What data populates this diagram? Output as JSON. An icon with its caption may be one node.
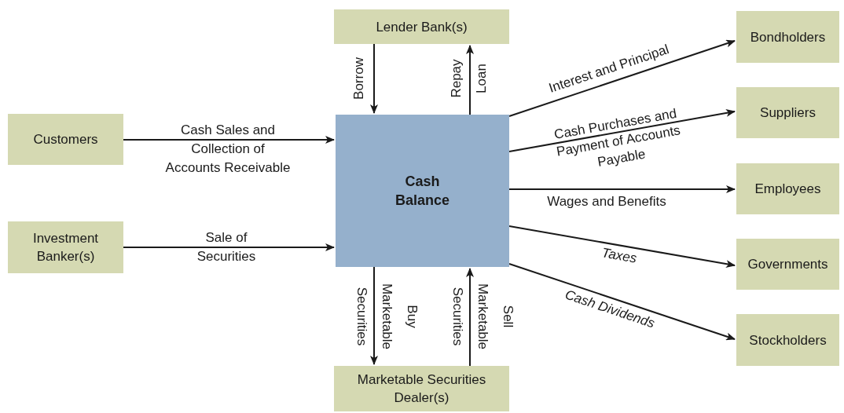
{
  "diagram": {
    "nodes": [
      {
        "text": [
          "Lender Bank(s)"
        ]
      },
      {
        "text": [
          "Customers"
        ]
      },
      {
        "text": [
          "Investment Banker(s)"
        ]
      },
      {
        "text": [
          "Cash Balance"
        ]
      },
      {
        "text": [
          "Marketable Securities Dealer(s)"
        ]
      },
      {
        "text": [
          "Bondholders"
        ]
      },
      {
        "text": [
          "Suppliers"
        ]
      },
      {
        "text": [
          "Employees"
        ]
      },
      {
        "text": [
          "Governments"
        ]
      },
      {
        "text": [
          "Stockholders"
        ]
      }
    ],
    "edges": [
      {
        "from": 1,
        "to": 3,
        "arrow": "to",
        "label": "Cash Sales and Collection of Accounts Receivable"
      },
      {
        "from": 2,
        "to": 3,
        "arrow": "to",
        "label": "Sale of Securities"
      },
      {
        "from": 0,
        "to": 3,
        "arrow": "to",
        "label": "Borrow"
      },
      {
        "from": 3,
        "to": 0,
        "arrow": "to",
        "label": "Repay Loan"
      },
      {
        "from": 3,
        "to": 4,
        "arrow": "to",
        "label": "Buy Marketable Securities"
      },
      {
        "from": 4,
        "to": 3,
        "arrow": "to",
        "label": "Sell Marketable Securities"
      },
      {
        "from": 3,
        "to": 5,
        "arrow": "to",
        "label": "Interest and Principal"
      },
      {
        "from": 3,
        "to": 6,
        "arrow": "to",
        "label": "Cash Purchases and Payment of Accounts Payable"
      },
      {
        "from": 3,
        "to": 7,
        "arrow": "to",
        "label": "Wages and Benefits"
      },
      {
        "from": 3,
        "to": 8,
        "arrow": "to",
        "label": "Taxes"
      },
      {
        "from": 3,
        "to": 9,
        "arrow": "to",
        "label": "Cash Dividends"
      }
    ]
  }
}
